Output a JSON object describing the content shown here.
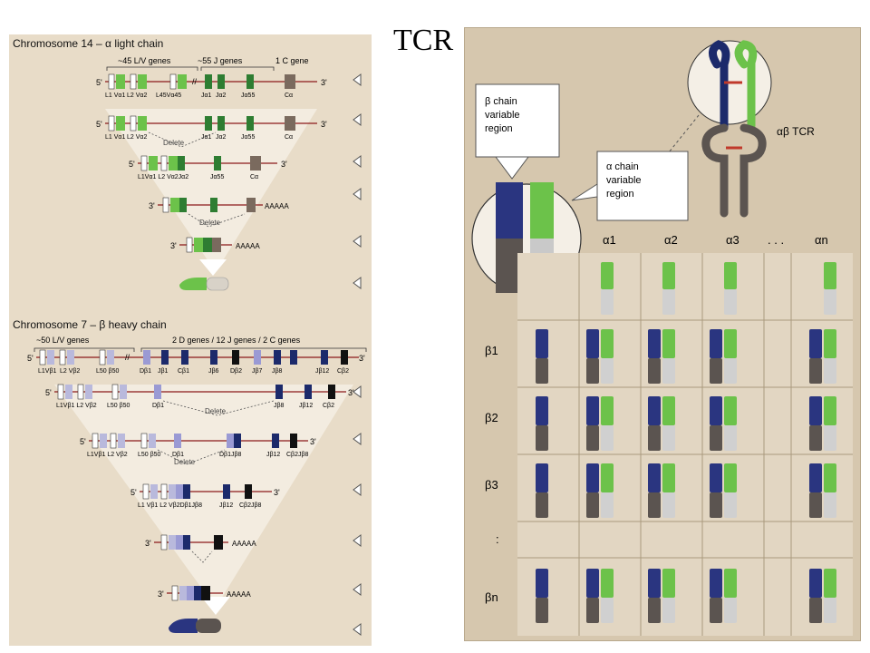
{
  "title": "TCR",
  "colors": {
    "alpha_v": "#6cc24a",
    "alpha_v_dark": "#2e7d32",
    "alpha_c": "#7a6a5e",
    "beta_v": "#b9b9dc",
    "beta_d": "#9a9ad4",
    "beta_j": "#1c2a6b",
    "beta_c": "#111111",
    "panel_bg": "#e8dcc8",
    "right_bg": "#d6c7ae",
    "line": "#8b1a1a"
  },
  "left_panel": {
    "chr14": {
      "title": "Chromosome 14 – α light chain",
      "group_lv": "~45 L/V genes",
      "group_j": "~55 J genes",
      "group_c": "1 C gene",
      "row1": {
        "five": "5'",
        "three": "3'",
        "l1": "L1 Vα1",
        "l2": "L2 Vα2",
        "l45": "L45Vα45",
        "j1": "Jα1",
        "j2": "Jα2",
        "j55": "Jα55",
        "c": "Cα"
      },
      "row2": {
        "five": "5'",
        "three": "3'",
        "l1": "L1 Vα1",
        "l2": "L2 Vα2",
        "j1": "Jα1",
        "j2": "Jα2",
        "j55": "Jα55",
        "c": "Cα",
        "delete": "Delete"
      },
      "row3": {
        "five": "5'",
        "three": "3'",
        "l": "L1Vα1 L2 Vα2Jα2",
        "j55": "Jα55",
        "c": "Cα"
      },
      "row4": {
        "three": "3'",
        "aaaa": "AAAAA",
        "delete": "Delete"
      },
      "row5": {
        "three": "3'",
        "aaaa": "AAAAA"
      }
    },
    "chr7": {
      "title": "Chromosome 7 – β heavy chain",
      "group_lv": "~50 L/V genes",
      "group_djc": "2 D genes / 12 J genes / 2 C genes",
      "row1": {
        "five": "5'",
        "three": "3'",
        "l1": "L1Vβ1",
        "l2": "L2 Vβ2",
        "l50": "L50 β50",
        "d1": "Dβ1",
        "j1": "Jβ1",
        "c1": "Cβ1",
        "d2": "Dβ2",
        "j6": "Jβ6",
        "j7": "Jβ7",
        "j8": "Jβ8",
        "j12": "Jβ12",
        "c2": "Cβ2"
      },
      "row2": {
        "five": "5'",
        "three": "3'",
        "l": "L1Vβ1 L2 Vβ2",
        "l50": "L50 β50",
        "d1": "Dβ1",
        "j8": "Jβ8",
        "j12": "Jβ12",
        "c2": "Cβ2",
        "delete": "Delete"
      },
      "row3": {
        "five": "5'",
        "three": "3'",
        "l": "L1Vβ1 L2 Vβ2",
        "l50": "L50 β50",
        "d1": "Dβ1",
        "dj": "Dβ1Jβ8",
        "j12": "Jβ12",
        "cj": "Cβ2Jβ8",
        "delete": "Delete"
      },
      "row4": {
        "five": "5'",
        "three": "3'",
        "l": "L1 Vβ1 L2 Vβ2Dβ1Jβ8",
        "j12": "Jβ12",
        "c": "Cβ2Jβ8"
      },
      "row5": {
        "three": "3'",
        "aaaa": "AAAAA"
      },
      "row6": {
        "three": "3'",
        "aaaa": "AAAAA"
      }
    }
  },
  "right_panel": {
    "beta_label": "β chain\nvariable\nregion",
    "alpha_label": "α chain\nvariable\nregion",
    "tcr_label": "αβ TCR",
    "cols": [
      "α1",
      "α2",
      "α3",
      ". . .",
      "αn"
    ],
    "rows": [
      "β1",
      "β2",
      "β3",
      ":",
      "βn"
    ]
  }
}
